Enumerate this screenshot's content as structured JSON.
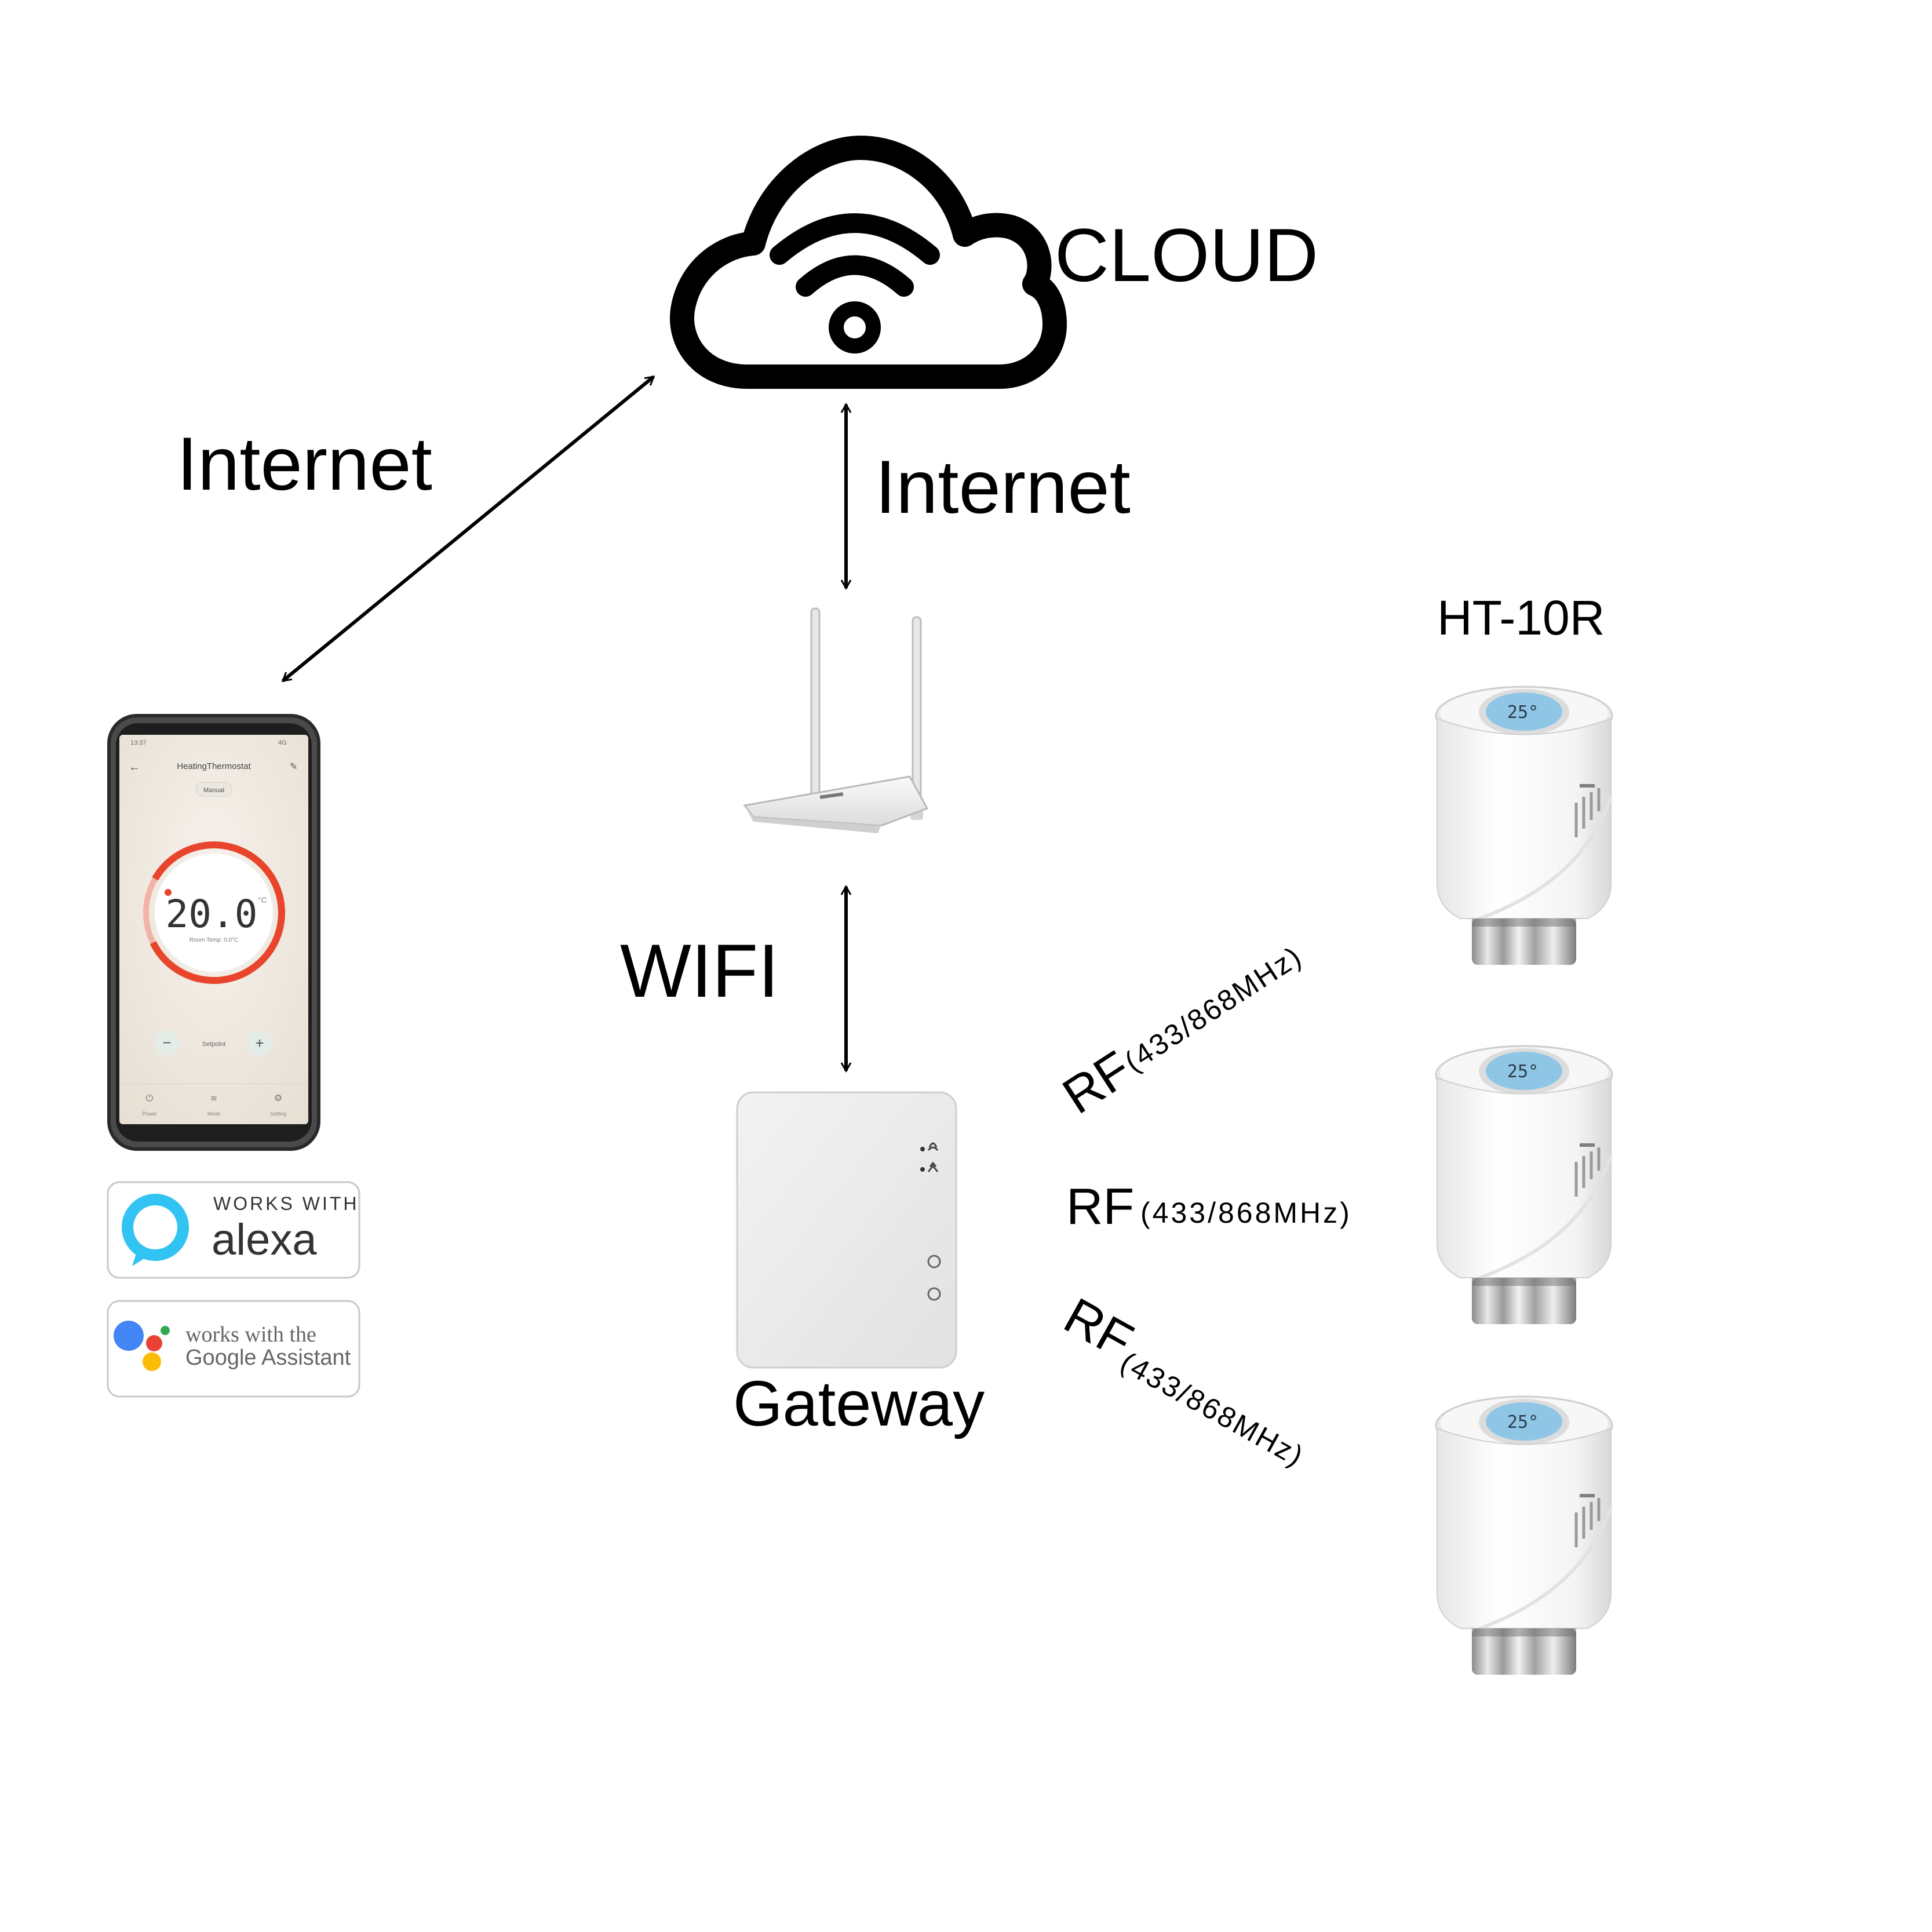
{
  "labels": {
    "cloud": "CLOUD",
    "internet_left": "Internet",
    "internet_center": "Internet",
    "wifi": "WIFI",
    "gateway": "Gateway",
    "model": "HT-10R",
    "rf_top": "RF",
    "rf_top_freq": "(433/868MHz)",
    "rf_mid": "RF",
    "rf_mid_freq": "(433/868MHz)",
    "rf_bottom": "RF",
    "rf_bottom_freq": "(433/868MHz)"
  },
  "phone": {
    "status_time": "13:37",
    "status_icons": "4G",
    "title": "HeatingThermostat",
    "mode": "Manual",
    "temperature": "20.0",
    "unit": "°C",
    "room_temp": "Room Temp: 0.0°C",
    "minus": "−",
    "setpoint": "Setpoint",
    "plus": "+",
    "nav": [
      "Power",
      "Mode",
      "Setting"
    ]
  },
  "badges": {
    "alexa_works_with": "WORKS WITH",
    "alexa": "alexa",
    "google_works_with": "works with the",
    "google_assistant": "Google Assistant"
  },
  "colors": {
    "alexa": "#31c4f3",
    "dial": "#e8452c",
    "google_blue": "#4285f4",
    "google_red": "#ea4335",
    "google_yellow": "#fbbc05",
    "google_green": "#34a853",
    "lcd": "#8fc6e6"
  }
}
